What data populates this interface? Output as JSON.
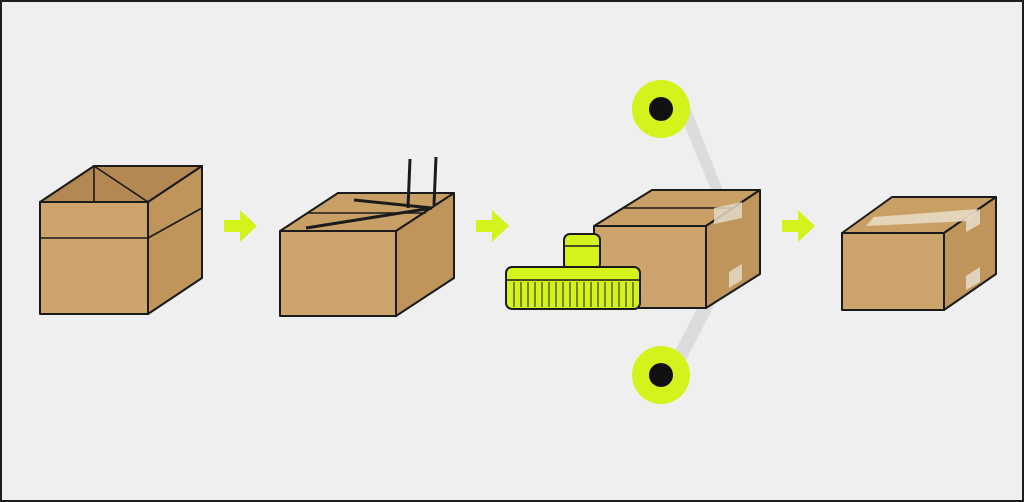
{
  "colors": {
    "background": "#efefef",
    "box_front": "#cda56c",
    "box_top": "#c8a066",
    "box_side": "#bf955c",
    "box_inside": "#b38852",
    "outline": "#1b1b1b",
    "accent": "#d4f21c",
    "accent_dark": "#c2e00f",
    "tape": "#d9d9d9",
    "tape_strip": "#e6d7be"
  },
  "steps": [
    {
      "id": "open-box"
    },
    {
      "id": "folded-flaps-box"
    },
    {
      "id": "taping-box"
    },
    {
      "id": "sealed-box"
    }
  ],
  "arrows": [
    {
      "icon": "right-arrow-icon"
    },
    {
      "icon": "right-arrow-icon"
    },
    {
      "icon": "right-arrow-icon"
    }
  ],
  "tape_rolls": [
    {
      "icon": "tape-roll-icon"
    },
    {
      "icon": "tape-roll-icon"
    }
  ]
}
